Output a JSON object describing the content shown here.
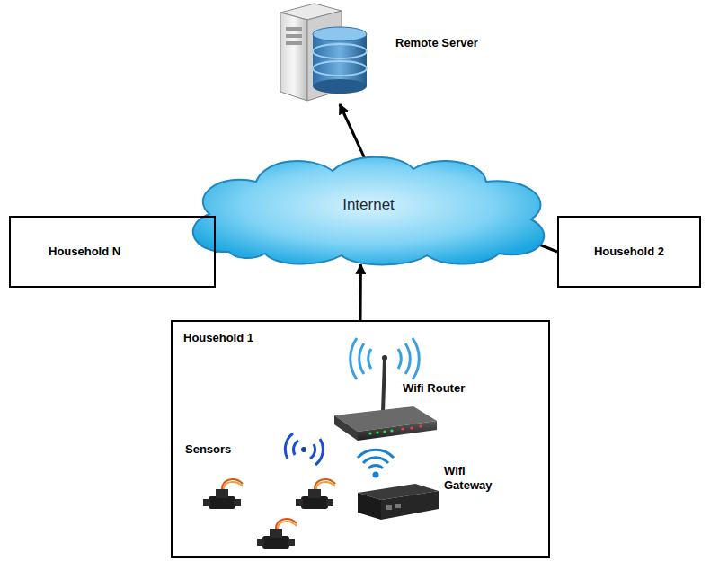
{
  "diagram": {
    "nodes": [
      {
        "text": [
          "Remote Server"
        ]
      },
      {
        "text": [
          "Internet"
        ]
      },
      {
        "text": [
          "Household N"
        ]
      },
      {
        "text": [
          "Household 2"
        ]
      },
      {
        "text": [
          "Household 1"
        ]
      }
    ],
    "edges": [
      {
        "from": 1,
        "to": 0,
        "arrow": "to"
      },
      {
        "from": 2,
        "to": 1,
        "arrow": "to"
      },
      {
        "from": 3,
        "to": 1,
        "arrow": "to"
      },
      {
        "from": 4,
        "to": 1,
        "arrow": "to"
      }
    ],
    "labels": [
      "Wifi Router",
      "Sensors",
      "Wifi Gateway"
    ]
  }
}
